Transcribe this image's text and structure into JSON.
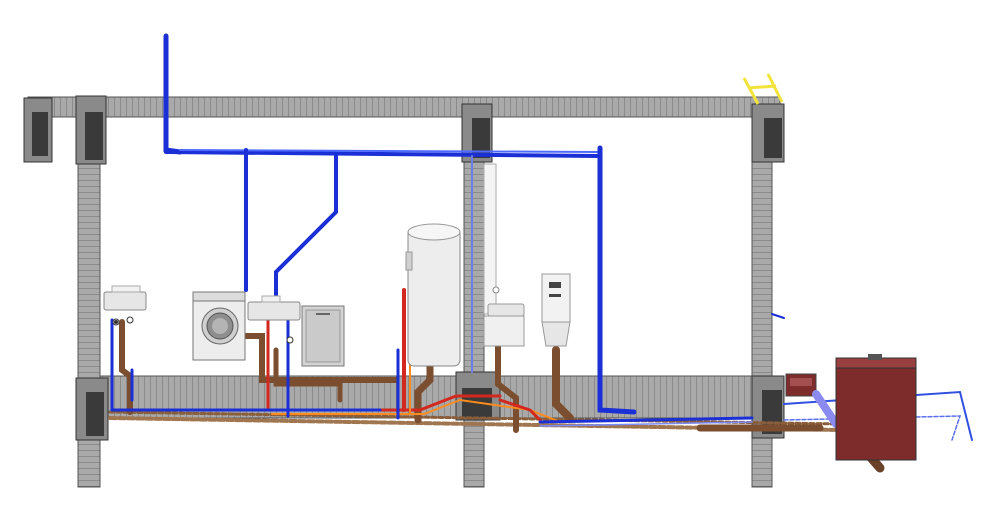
{
  "scene": {
    "colors": {
      "background": "#ffffff",
      "concrete": "#9a9a9a",
      "concrete_dark": "#5e5e5e",
      "cold_water": "#1a2fd6",
      "hot_water": "#d2281e",
      "hot_water_alt": "#ff8a1e",
      "drain": "#7a4e2e",
      "drain_light": "#a07650",
      "appliance": "#e6e6e6",
      "tank": "#7e2b2b",
      "highlight": "#f2e43a"
    },
    "components": [
      {
        "id": "washbasin-left",
        "icon": "washbasin-icon"
      },
      {
        "id": "washing-machine",
        "icon": "washing-machine-icon"
      },
      {
        "id": "washbasin-mid",
        "icon": "washbasin-icon"
      },
      {
        "id": "dryer-cabinet",
        "icon": "cabinet-icon"
      },
      {
        "id": "water-heater",
        "icon": "boiler-icon"
      },
      {
        "id": "washbasin-vanity",
        "icon": "washbasin-icon"
      },
      {
        "id": "wc-cistern",
        "icon": "toilet-icon"
      },
      {
        "id": "septic-tank",
        "icon": "tank-icon"
      }
    ]
  }
}
